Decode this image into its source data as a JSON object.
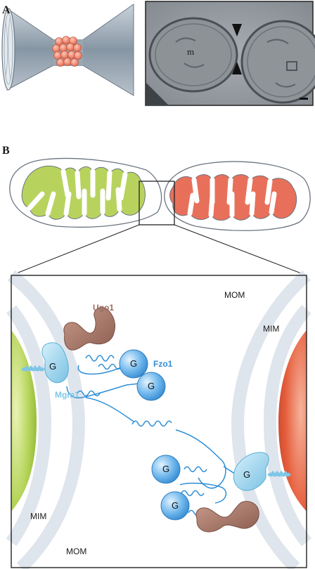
{
  "panels": {
    "a": "A",
    "b": "B"
  },
  "micrograph_label": "m",
  "proteins": {
    "ugo1": "Ugo1",
    "fzo1": "Fzo1",
    "mgm1": "Mgm1"
  },
  "gtpase_domain": "G",
  "membranes": {
    "mom": "MOM",
    "mim": "MIM"
  },
  "colors": {
    "ugo1": "#9c6e60",
    "fzo1": "#2f8fd6",
    "mgm1": "#7fc6e6",
    "left_mito": "#b5d45e",
    "right_mito": "#e86a4e",
    "membrane": "#dfe5ec"
  }
}
